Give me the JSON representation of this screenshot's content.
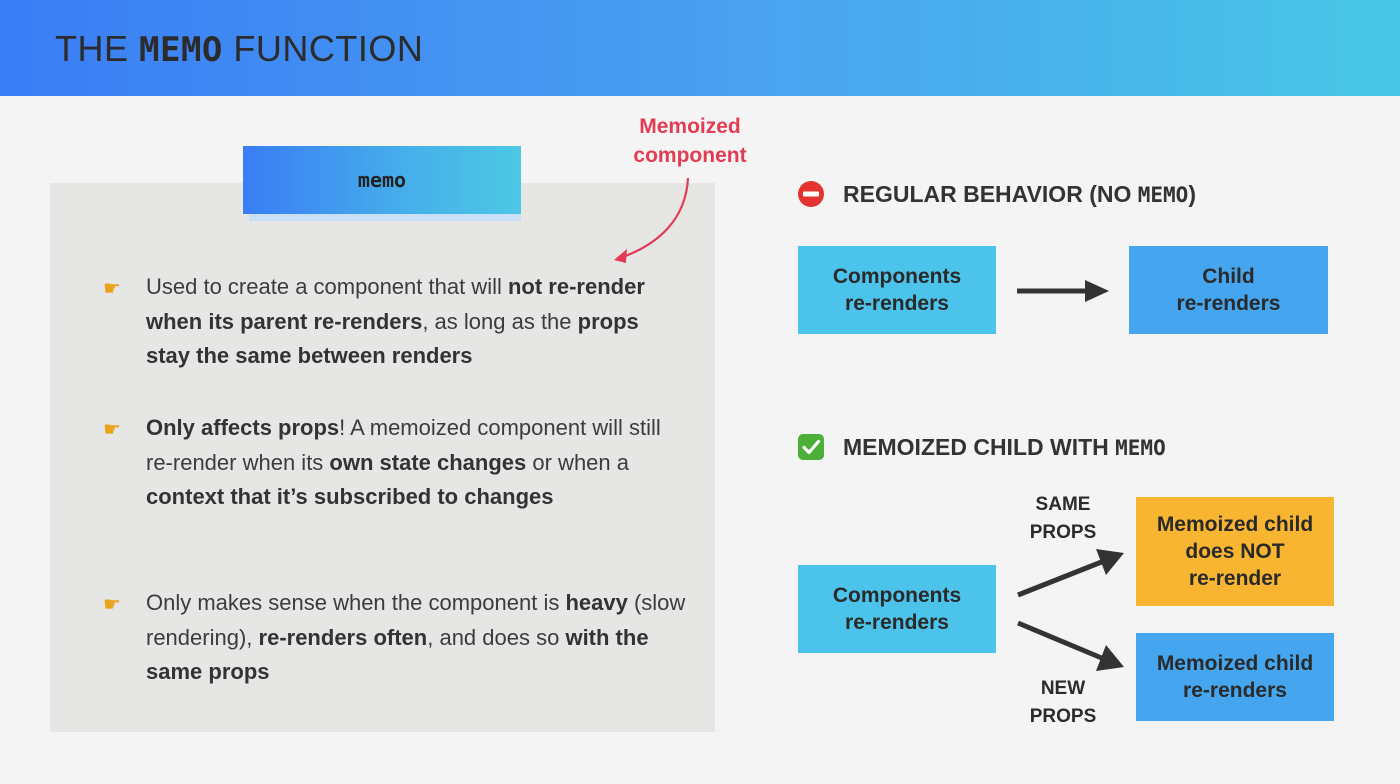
{
  "slide": {
    "title_prefix": "THE ",
    "title_code": "MEMO",
    "title_suffix": " FUNCTION"
  },
  "memo_label": "memo",
  "annotation": {
    "line1": "Memoized",
    "line2": "component",
    "color": "#e23c55"
  },
  "bullets": [
    {
      "icon": "pointing-hand-icon",
      "parts": [
        "Used to create a component that will ",
        "not re-render when its parent re-renders",
        ", as long as the ",
        "props stay the same between renders"
      ]
    },
    {
      "icon": "pointing-hand-icon",
      "parts": [
        "Only affects props",
        "! A memoized component will still re-render when its ",
        "own state changes",
        " or when a ",
        "context that it’s subscribed to changes"
      ]
    },
    {
      "icon": "pointing-hand-icon",
      "parts": [
        "Only makes sense when the component is ",
        "heavy",
        " (slow rendering), ",
        "re-renders often",
        ", and does so ",
        "with the same props"
      ]
    }
  ],
  "regular": {
    "icon": "no-entry-icon",
    "title_prefix": "REGULAR BEHAVIOR (NO ",
    "title_code": "MEMO",
    "title_suffix": ")",
    "box_left_1": "Components",
    "box_left_2": "re-renders",
    "box_right_1": "Child",
    "box_right_2": "re-renders"
  },
  "memoized": {
    "icon": "check-mark-icon",
    "title_prefix": "MEMOIZED CHILD WITH ",
    "title_code": "MEMO",
    "box_left_1": "Components",
    "box_left_2": "re-renders",
    "same_1": "SAME",
    "same_2": "PROPS",
    "new_1": "NEW",
    "new_2": "PROPS",
    "top_box_1": "Memoized child",
    "top_box_2": "does NOT",
    "top_box_3": "re-render",
    "bottom_box_1": "Memoized child",
    "bottom_box_2": "re-renders"
  },
  "colors": {
    "cyan_box": "#4cc3ea",
    "blue_box": "#45a6ef",
    "orange_box": "#f8b531"
  }
}
